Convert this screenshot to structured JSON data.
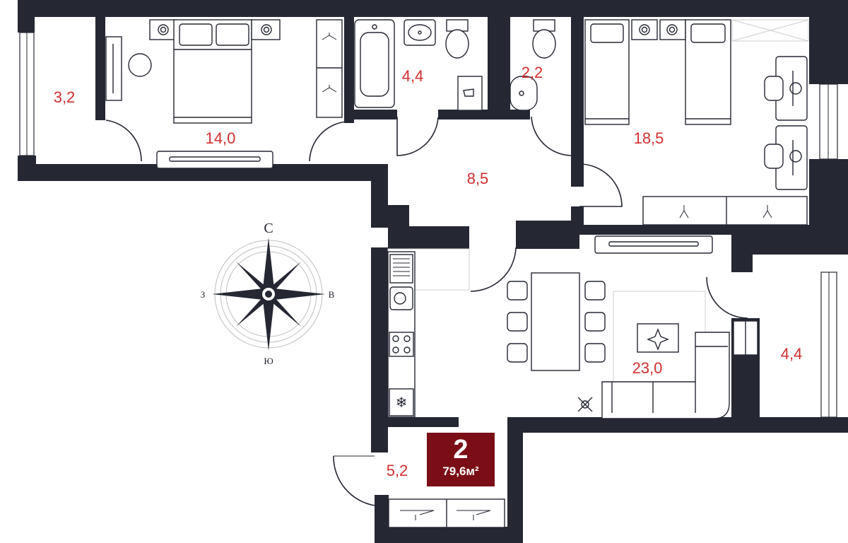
{
  "apartment": {
    "rooms": "2",
    "total_area": "79,6м²"
  },
  "room_areas": {
    "balcony_west": "3,2",
    "bedroom": "14,0",
    "bathroom": "4,4",
    "wc": "2,2",
    "kids_room": "18,5",
    "hall": "8,5",
    "living_kitchen": "23,0",
    "balcony_east": "4,4",
    "entrance": "5,2"
  },
  "compass": {
    "north": "С",
    "south": "Ю",
    "west": "З",
    "east": "В"
  },
  "colors": {
    "walls": "#252833",
    "area_labels": "#d32f2f",
    "badge": "#7a0d16"
  }
}
